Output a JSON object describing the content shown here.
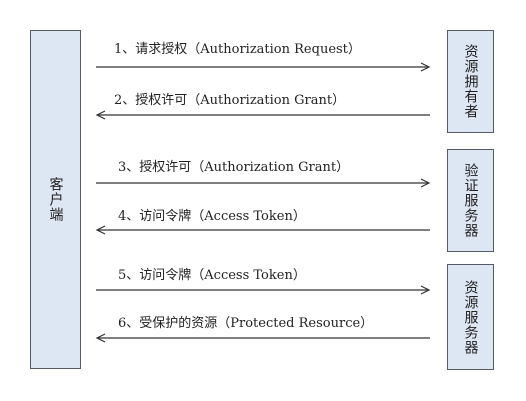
{
  "client": {
    "label": "客户端"
  },
  "resource_owner": {
    "label": "资源拥有者"
  },
  "auth_server": {
    "label": "验证服务器"
  },
  "resource_server": {
    "label": "资源服务器"
  },
  "steps": [
    {
      "label": "1、请求授权（Authorization Request）",
      "direction": "right"
    },
    {
      "label": "2、授权许可（Authorization Grant）",
      "direction": "left"
    },
    {
      "label": "3、授权许可（Authorization Grant）",
      "direction": "right"
    },
    {
      "label": "4、访问令牌（Access Token）",
      "direction": "left"
    },
    {
      "label": "5、访问令牌（Access Token）",
      "direction": "right"
    },
    {
      "label": "6、受保护的资源（Protected Resource）",
      "direction": "left"
    }
  ]
}
